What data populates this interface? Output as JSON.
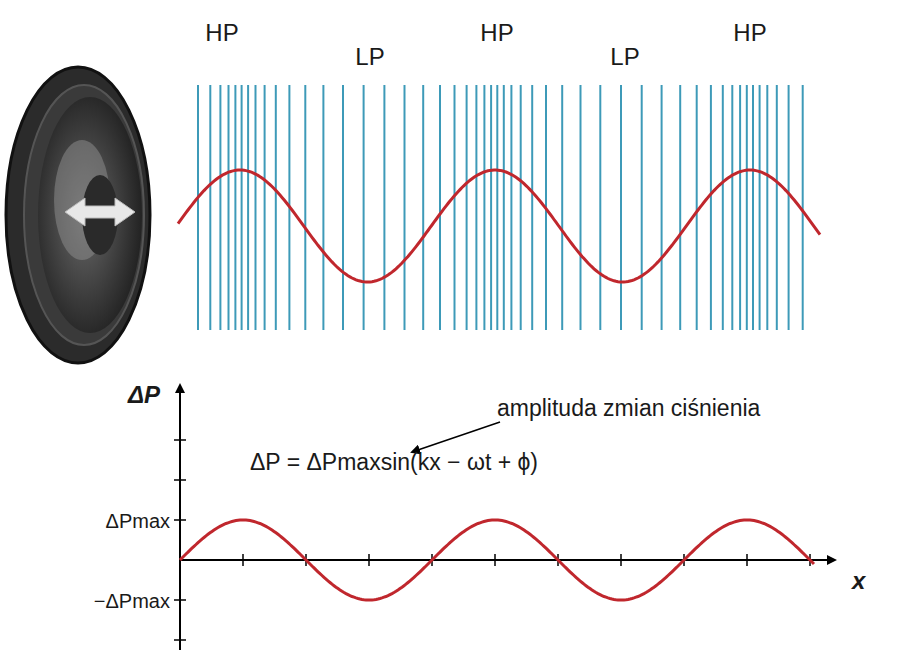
{
  "diagram": {
    "labels": [
      "HP",
      "LP",
      "HP",
      "LP",
      "HP",
      "amplituda zmian ciśnienia",
      "ΔP",
      "ΔP = ΔPmaxsin(kx − ωt + ϕ)",
      "ΔPmax",
      "−ΔPmax",
      "x"
    ]
  }
}
